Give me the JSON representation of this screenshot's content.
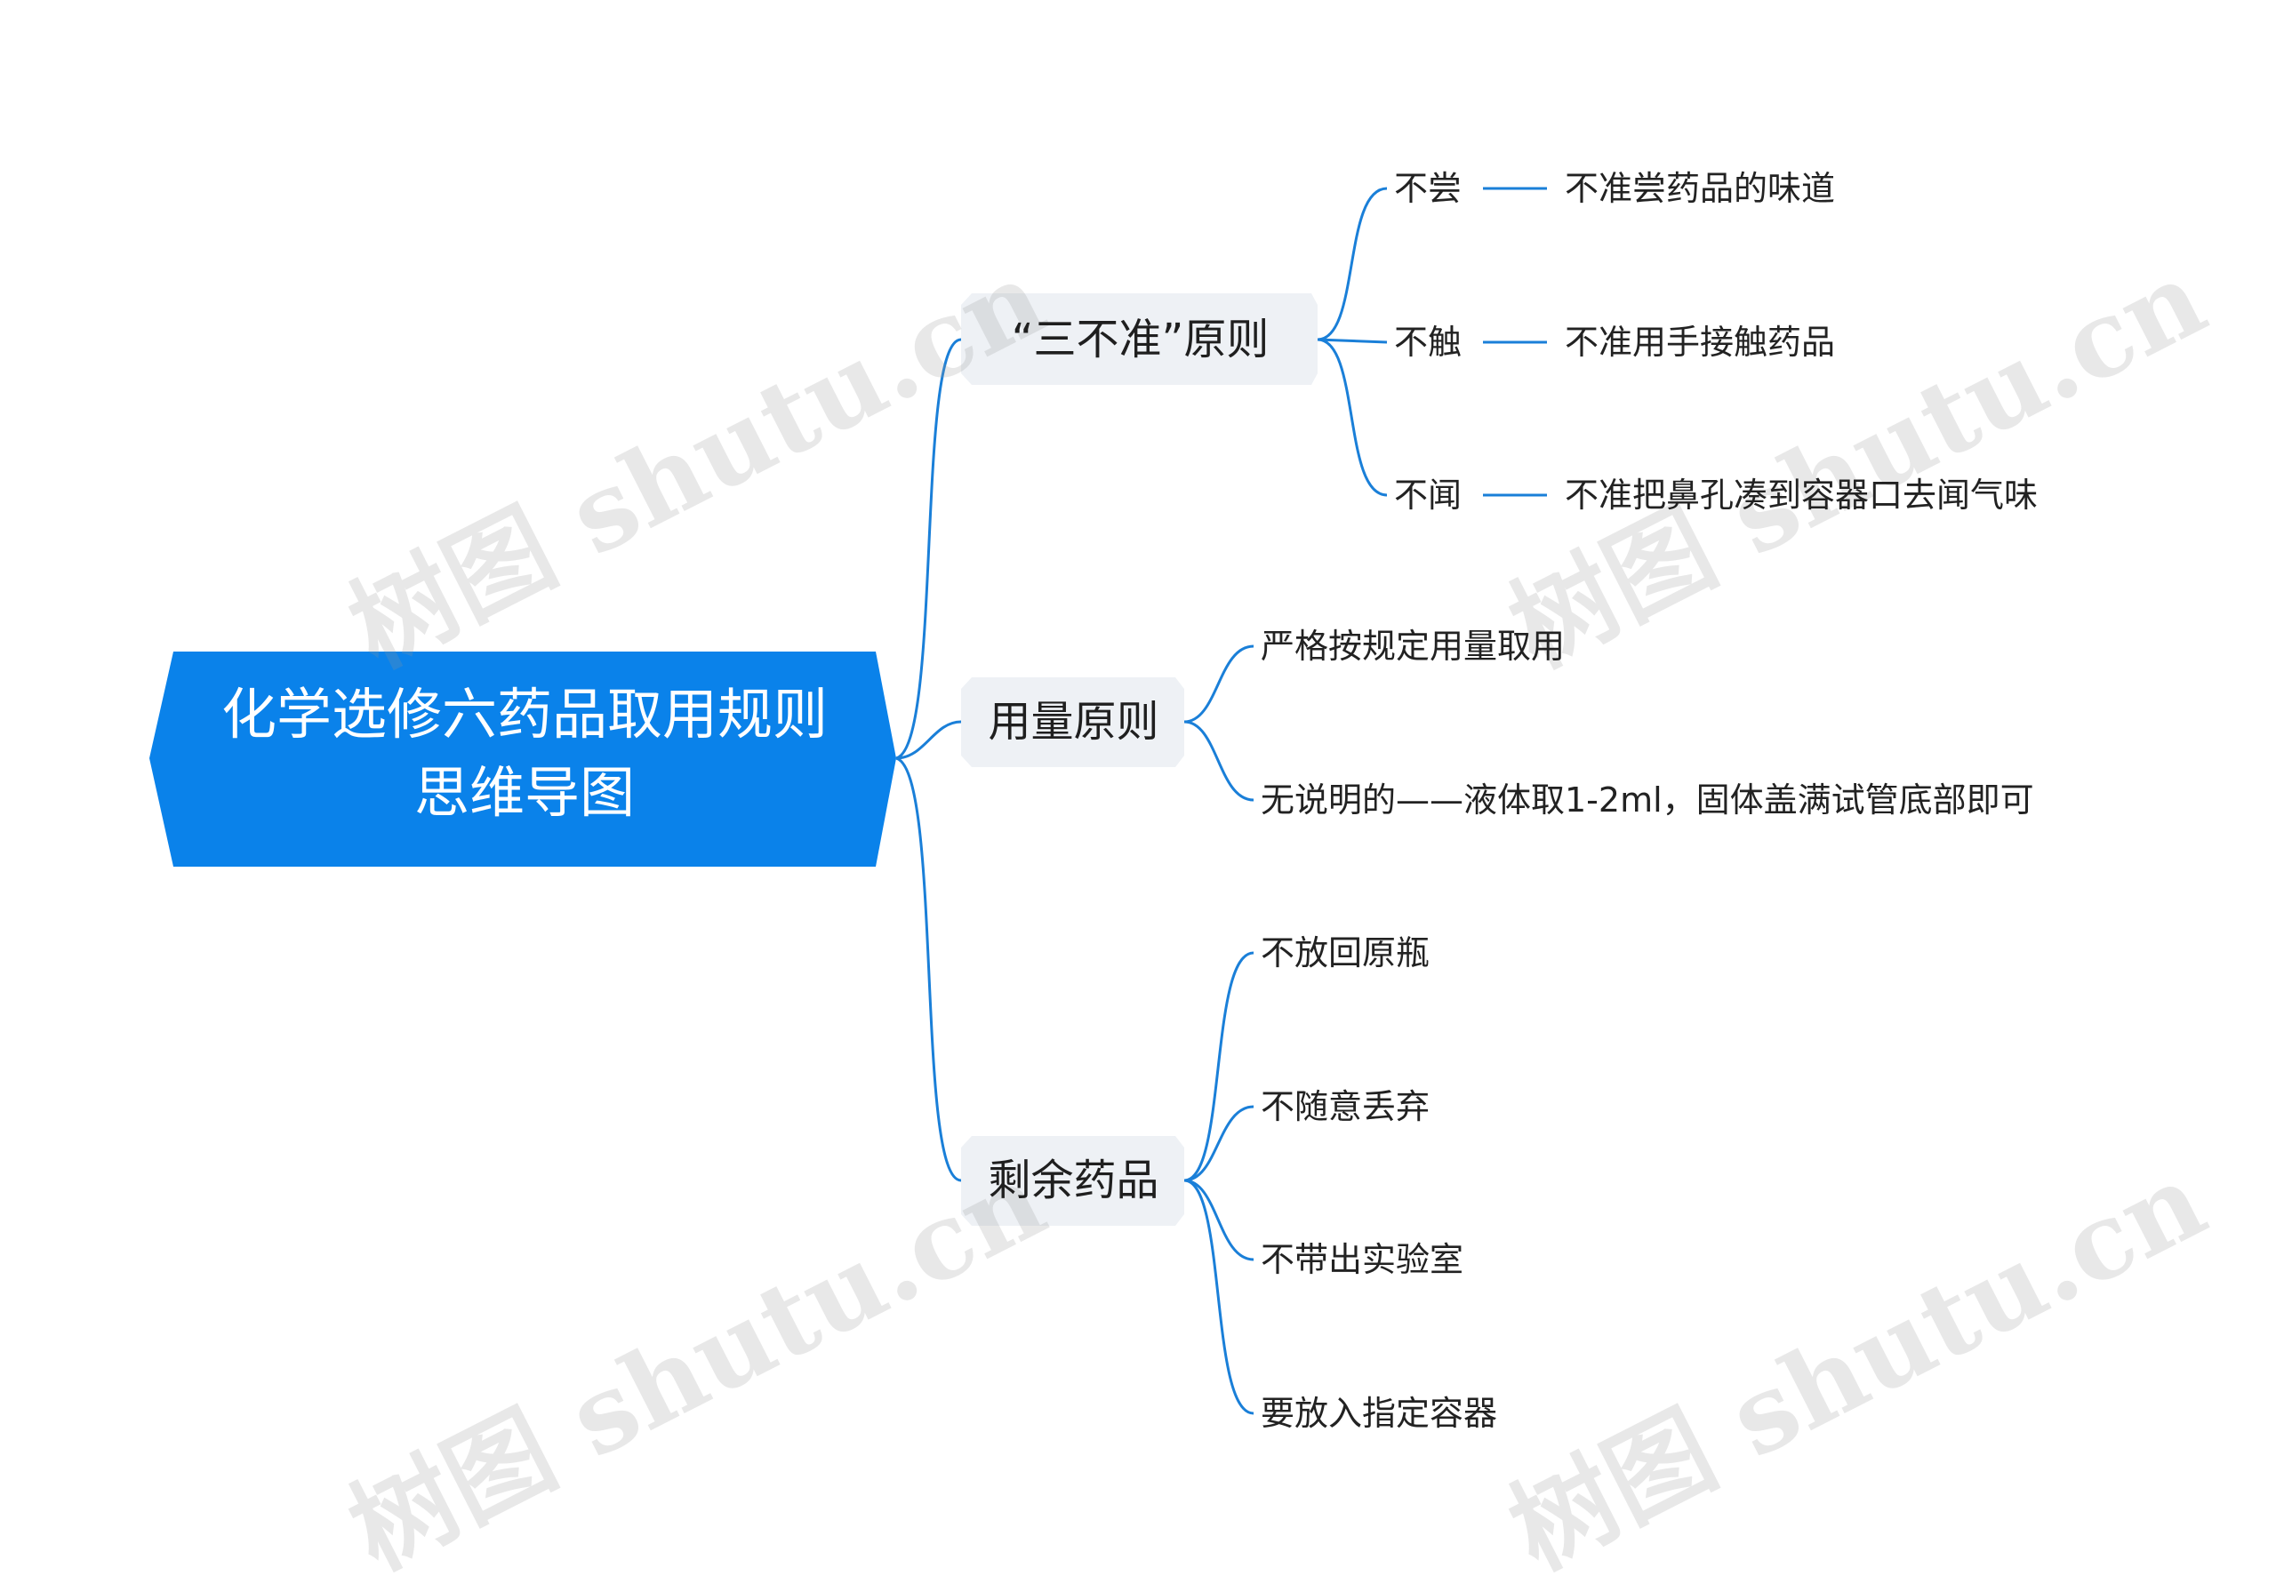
{
  "root": {
    "line1": "化学选修六药品取用规则",
    "line2": "思维导图"
  },
  "branches": [
    {
      "label": "“三不准”原则",
      "children": [
        {
          "label": "不尝",
          "detail": "不准尝药品的味道"
        },
        {
          "label": "不触",
          "detail": "不准用手接触药品"
        },
        {
          "label": "不闻",
          "detail": "不准把鼻孔凑到容器口去闻气味"
        }
      ]
    },
    {
      "label": "用量原则",
      "children": [
        {
          "label": "严格按规定用量取用"
        },
        {
          "label": "无说明的——液体取1-2ml，固体盖满试管底部即可"
        }
      ]
    },
    {
      "label": "剩余药品",
      "children": [
        {
          "label": "不放回原瓶"
        },
        {
          "label": "不随意丢弃"
        },
        {
          "label": "不带出实验室"
        },
        {
          "label": "要放入指定容器"
        }
      ]
    }
  ],
  "watermark": "树图 shutu.cn",
  "colors": {
    "root_fill": "#0a82ea",
    "branch_fill": "#eef1f5",
    "line": "#1a7fd8"
  }
}
